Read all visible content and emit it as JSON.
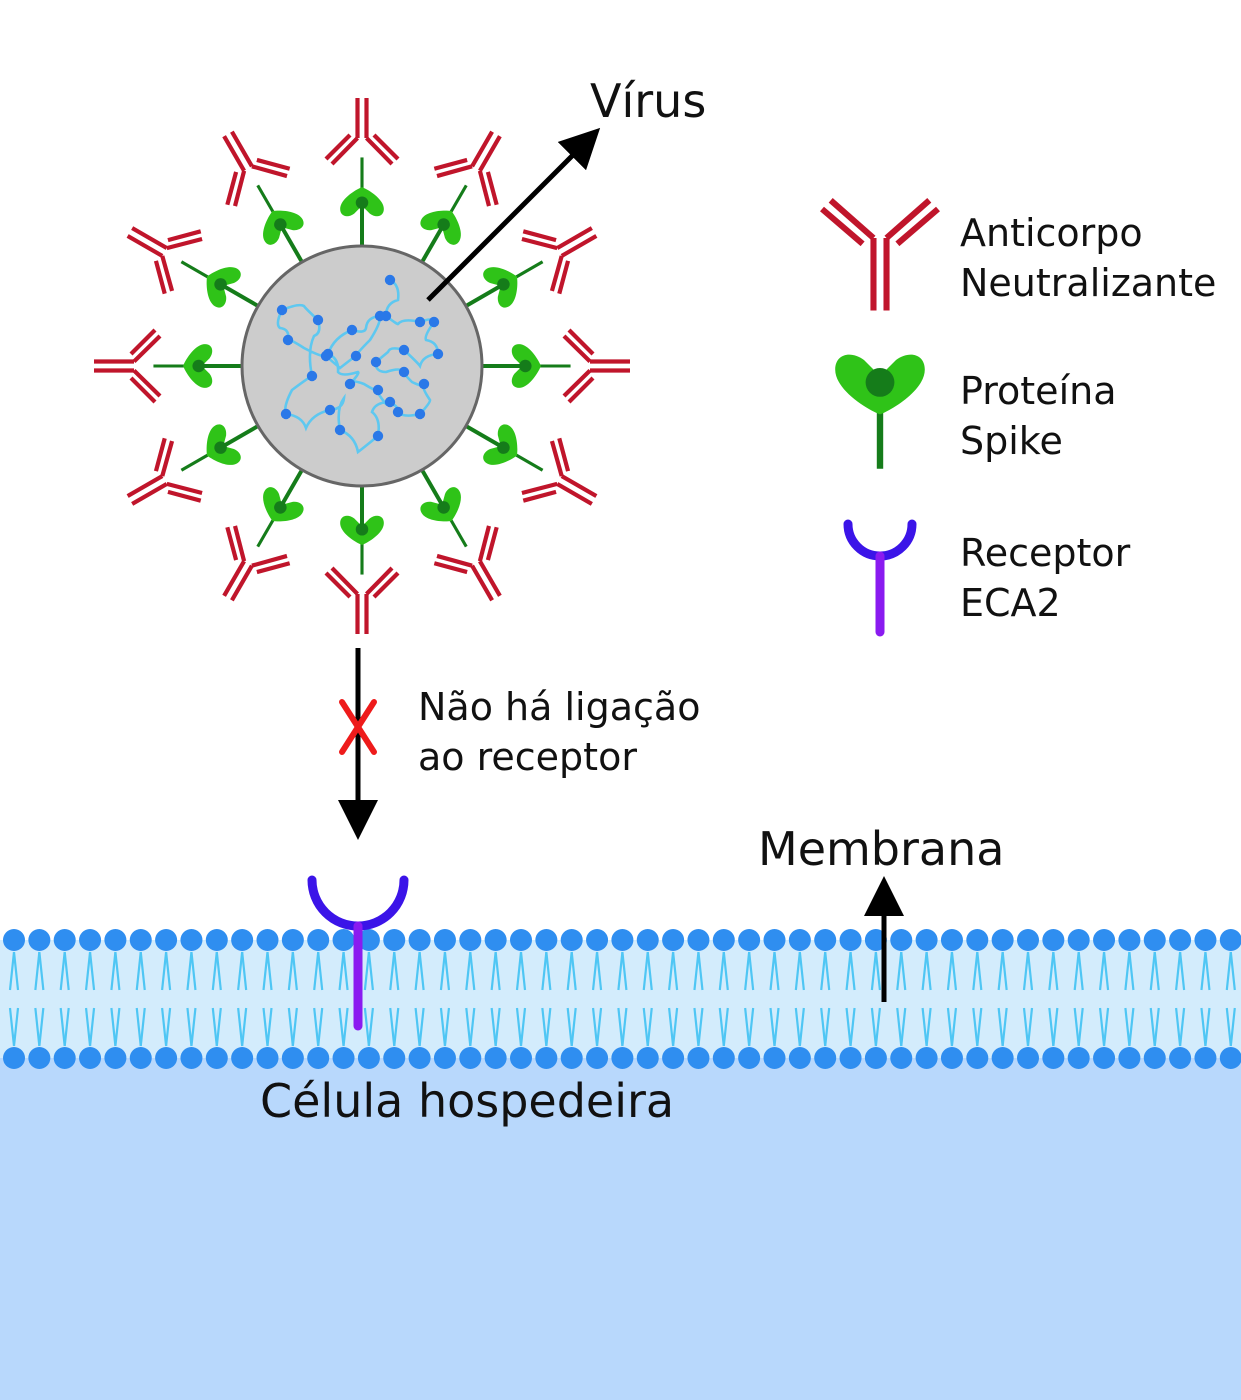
{
  "labels": {
    "virus": "Vírus",
    "no_binding": [
      "Não há ligação",
      "ao receptor"
    ],
    "membrane": "Membrana",
    "host_cell": "Célula hospedeira"
  },
  "legend": [
    {
      "icon": "antibody-icon",
      "lines": [
        "Anticorpo",
        "Neutralizante"
      ]
    },
    {
      "icon": "spike-protein-icon",
      "lines": [
        "Proteína",
        "Spike"
      ]
    },
    {
      "icon": "ace2-receptor-icon",
      "lines": [
        "Receptor",
        "ECA2"
      ]
    }
  ],
  "colors": {
    "antibody": "#c0152b",
    "spike": "#2fc318",
    "spike_dark": "#157c1a",
    "receptor_top": "#3b14e8",
    "receptor_stem": "#8a1bf0",
    "virus_body": "#cccccc",
    "virus_outline": "#666666",
    "rna_strand": "#5ec8f0",
    "rna_node": "#2a78e8",
    "lipid_head": "#2f8ef0",
    "lipid_tail": "#4fc6f4",
    "membrane_fill": "#d3ecfc",
    "cytoplasm": "#b8d8fc",
    "block_mark": "#ee1b1b",
    "arrow": "#000000"
  }
}
